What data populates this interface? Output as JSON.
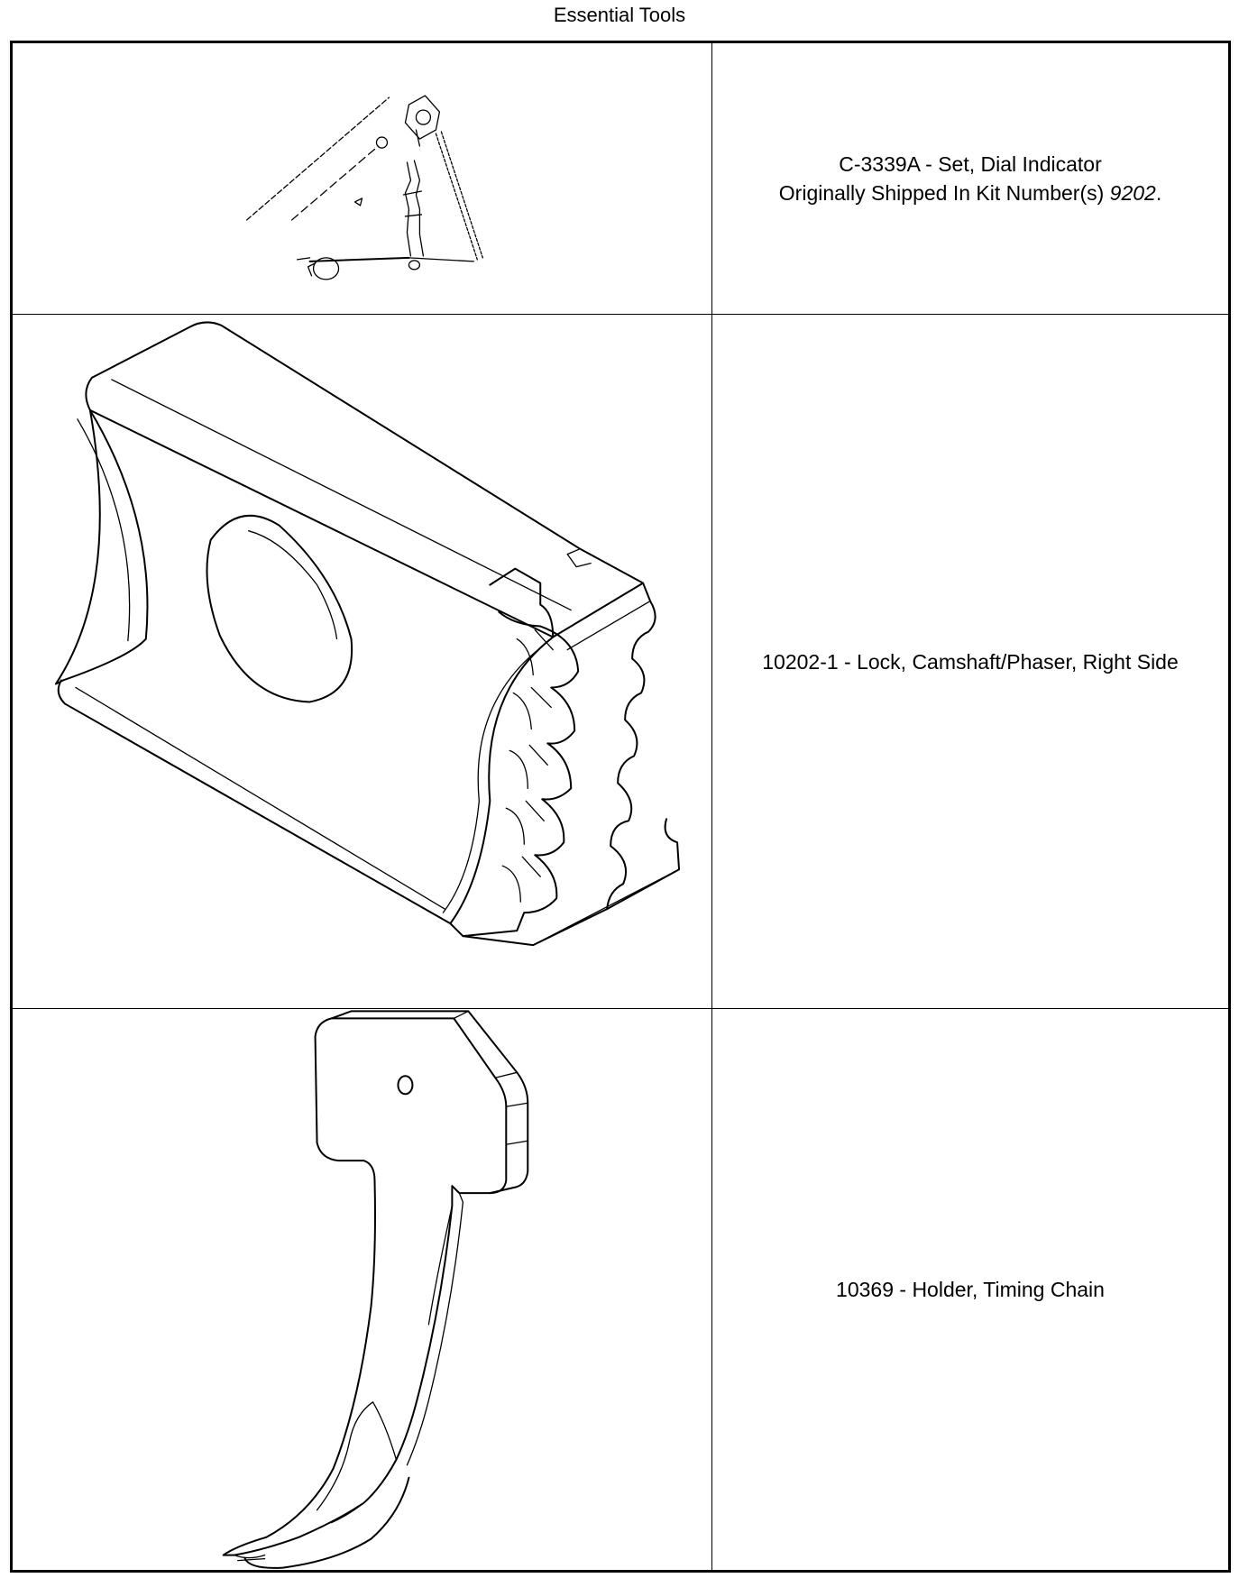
{
  "page": {
    "title": "Essential Tools"
  },
  "tools": [
    {
      "name": "C-3339A - Set, Dial Indicator",
      "kit_prefix": "Originally Shipped In Kit Number(s) ",
      "kit_number": "9202",
      "kit_suffix": ".",
      "icon": "dial-indicator-set-illustration"
    },
    {
      "name": "10202-1 - Lock, Camshaft/Phaser, Right Side",
      "icon": "camshaft-phaser-lock-illustration"
    },
    {
      "name": "10369 - Holder, Timing Chain",
      "icon": "timing-chain-holder-illustration"
    }
  ]
}
